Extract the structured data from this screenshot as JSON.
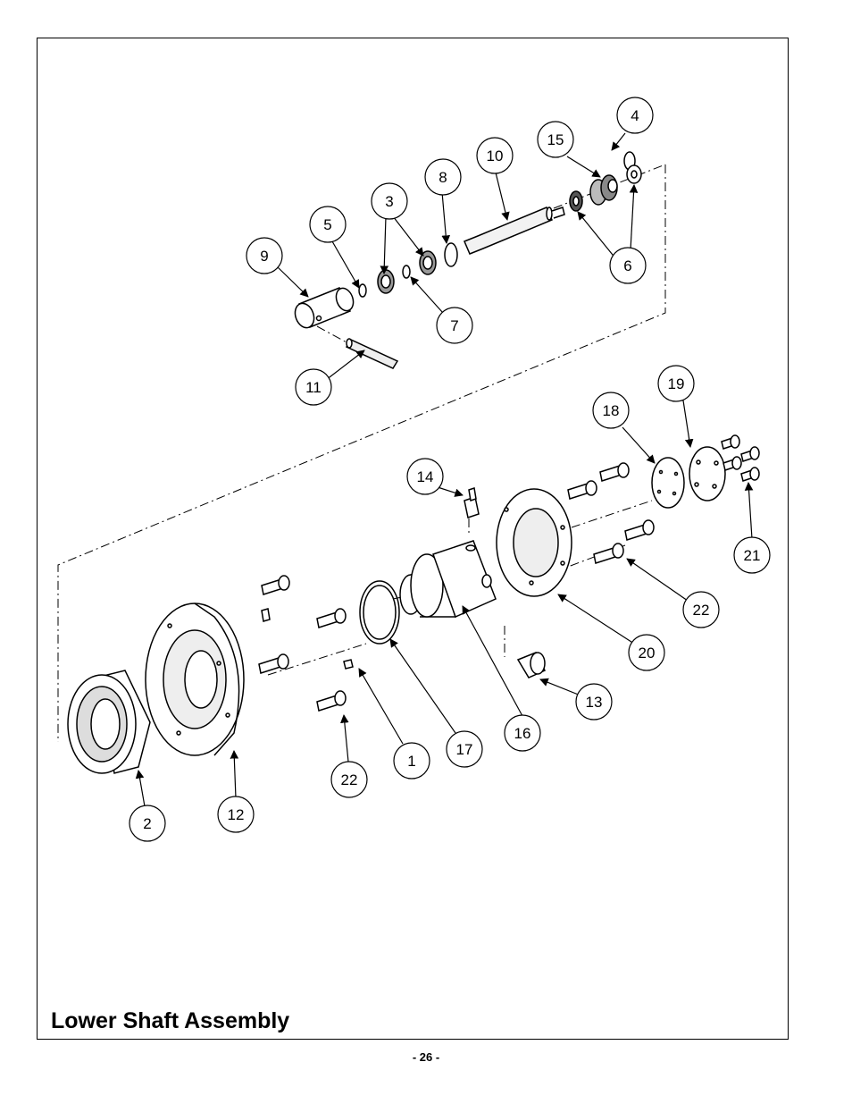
{
  "title": "Lower Shaft Assembly",
  "page_number": "- 26 -",
  "callouts": [
    {
      "id": "c4",
      "label": "4"
    },
    {
      "id": "c15",
      "label": "15"
    },
    {
      "id": "c10",
      "label": "10"
    },
    {
      "id": "c8",
      "label": "8"
    },
    {
      "id": "c3",
      "label": "3"
    },
    {
      "id": "c5",
      "label": "5"
    },
    {
      "id": "c9",
      "label": "9"
    },
    {
      "id": "c6",
      "label": "6"
    },
    {
      "id": "c7",
      "label": "7"
    },
    {
      "id": "c11",
      "label": "11"
    },
    {
      "id": "c19",
      "label": "19"
    },
    {
      "id": "c18",
      "label": "18"
    },
    {
      "id": "c14",
      "label": "14"
    },
    {
      "id": "c21",
      "label": "21"
    },
    {
      "id": "c22a",
      "label": "22"
    },
    {
      "id": "c20",
      "label": "20"
    },
    {
      "id": "c13",
      "label": "13"
    },
    {
      "id": "c16",
      "label": "16"
    },
    {
      "id": "c17",
      "label": "17"
    },
    {
      "id": "c1",
      "label": "1"
    },
    {
      "id": "c22b",
      "label": "22"
    },
    {
      "id": "c12",
      "label": "12"
    },
    {
      "id": "c2",
      "label": "2"
    }
  ]
}
